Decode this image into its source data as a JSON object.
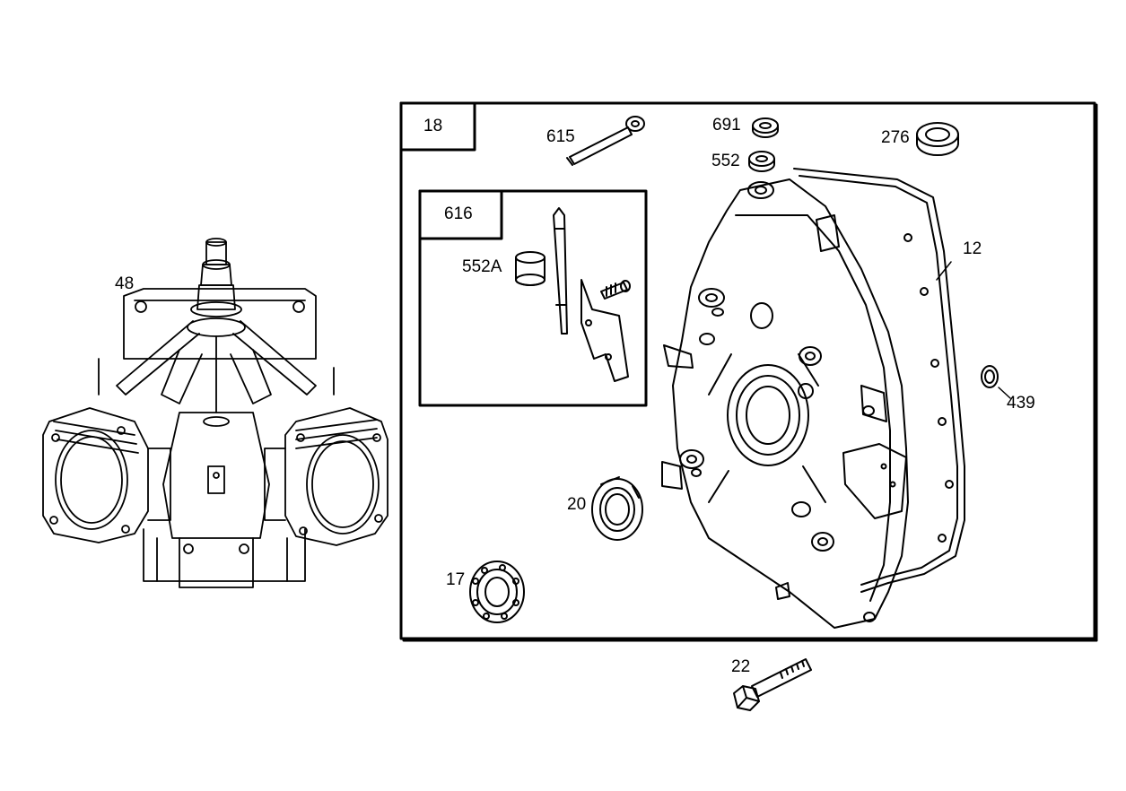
{
  "diagram": {
    "kit_box": {
      "label": "18"
    },
    "sub_kit_box": {
      "label": "616"
    },
    "callouts": {
      "c48": "48",
      "c615": "615",
      "c691": "691",
      "c552": "552",
      "c276": "276",
      "c12": "12",
      "c552a": "552A",
      "c439": "439",
      "c20": "20",
      "c17": "17",
      "c22": "22"
    }
  }
}
